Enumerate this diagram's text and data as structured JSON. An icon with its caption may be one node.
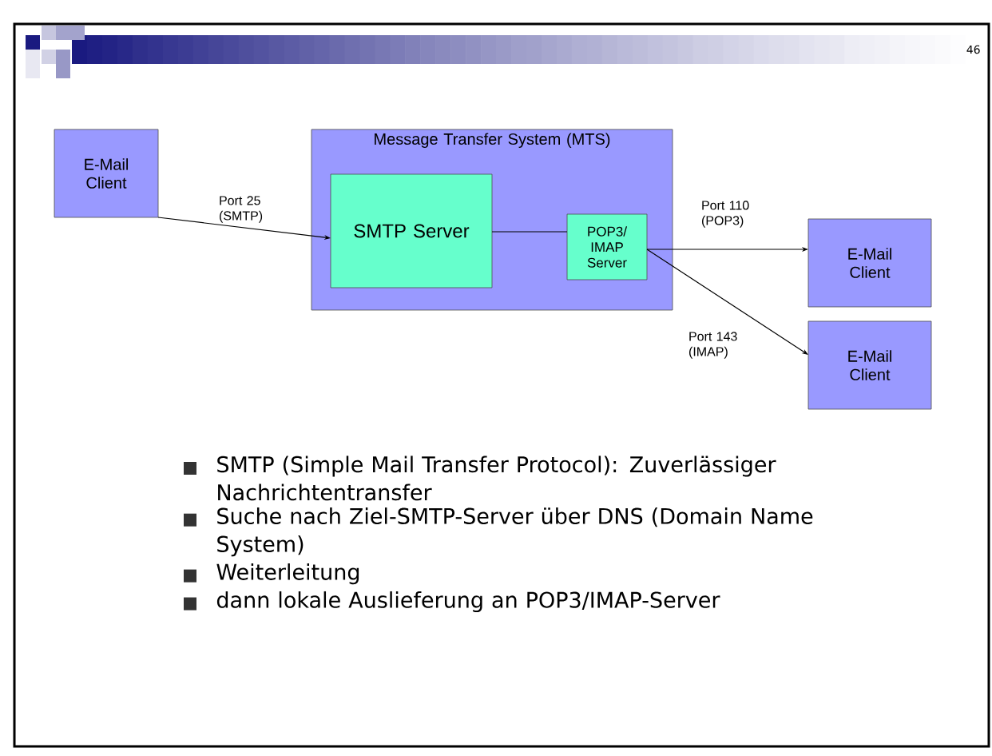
{
  "diagram": {
    "nodes": [
      {
        "text": [
          "E-Mail Client"
        ]
      },
      {
        "text": [
          "Message Transfer System (MTS)"
        ]
      },
      {
        "text": [
          "SMTP Server"
        ],
        "in": 1
      },
      {
        "text": [
          "POP3/ IMAP Server"
        ],
        "in": 1
      },
      {
        "text": [
          "E-Mail Client"
        ]
      },
      {
        "text": [
          "E-Mail Client"
        ]
      }
    ],
    "edges": [
      {
        "from": 0,
        "to": 2,
        "arrow": "to",
        "label": "Port 25 (SMTP)"
      },
      {
        "from": 2,
        "to": 3,
        "arrow": "none"
      },
      {
        "from": 3,
        "to": 4,
        "arrow": "to",
        "label": "Port 110 (POP3)"
      },
      {
        "from": 3,
        "to": 5,
        "arrow": "to",
        "label": "Port 143 (IMAP)"
      }
    ],
    "labels": [
      "46",
      "SMTP (Simple Mail Transfer Protocol): Zuverlässiger Nachrichtentransfer",
      "Suche nach Ziel-SMTP-Server über DNS (Domain Name System)",
      "Weiterleitung",
      "dann lokale Auslieferung an POP3/IMAP-Server"
    ]
  }
}
